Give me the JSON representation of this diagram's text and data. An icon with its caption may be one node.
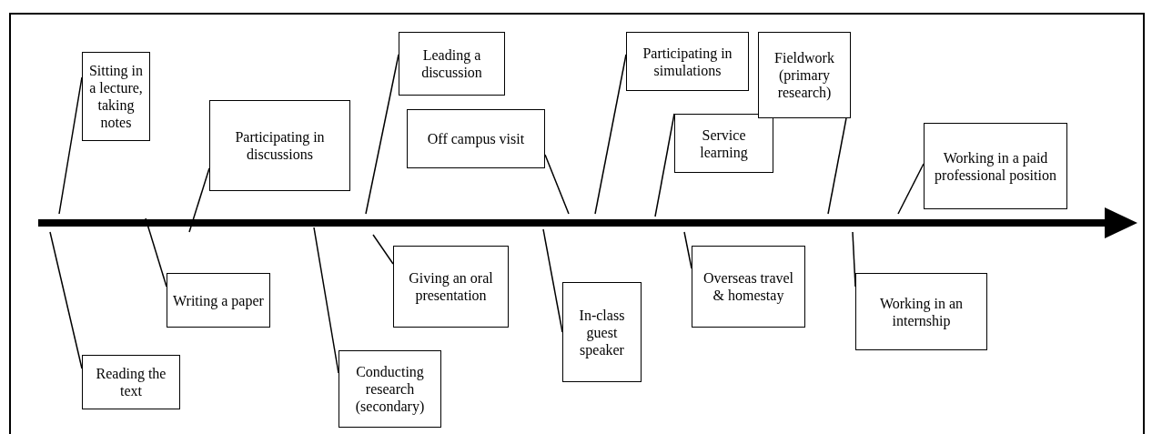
{
  "diagram": {
    "nodes": [
      {
        "text": [
          "Sitting in a lecture, taking notes"
        ]
      },
      {
        "text": [
          "Reading the text"
        ]
      },
      {
        "text": [
          "Writing a paper"
        ]
      },
      {
        "text": [
          "Participating in discussions"
        ]
      },
      {
        "text": [
          "Conducting research (secondary)"
        ]
      },
      {
        "text": [
          "Leading a discussion"
        ]
      },
      {
        "text": [
          "Off campus visit"
        ]
      },
      {
        "text": [
          "Giving an oral presentation"
        ]
      },
      {
        "text": [
          "In-class guest speaker"
        ]
      },
      {
        "text": [
          "Participating in simulations"
        ]
      },
      {
        "text": [
          "Service learning"
        ]
      },
      {
        "text": [
          "Overseas travel & homestay"
        ]
      },
      {
        "text": [
          "Fieldwork (primary research)"
        ]
      },
      {
        "text": [
          "Working in a paid professional position"
        ]
      },
      {
        "text": [
          "Working in an internship"
        ]
      }
    ],
    "edges": [
      {
        "from": 0,
        "to": null,
        "arrow": "none"
      },
      {
        "from": 1,
        "to": null,
        "arrow": "none"
      },
      {
        "from": 2,
        "to": null,
        "arrow": "none"
      },
      {
        "from": 3,
        "to": null,
        "arrow": "none"
      },
      {
        "from": 4,
        "to": null,
        "arrow": "none"
      },
      {
        "from": 5,
        "to": null,
        "arrow": "none"
      },
      {
        "from": 6,
        "to": null,
        "arrow": "none"
      },
      {
        "from": 7,
        "to": null,
        "arrow": "none"
      },
      {
        "from": 8,
        "to": null,
        "arrow": "none"
      },
      {
        "from": 9,
        "to": null,
        "arrow": "none"
      },
      {
        "from": 10,
        "to": null,
        "arrow": "none"
      },
      {
        "from": 11,
        "to": null,
        "arrow": "none"
      },
      {
        "from": 12,
        "to": null,
        "arrow": "none"
      },
      {
        "from": 13,
        "to": null,
        "arrow": "none"
      },
      {
        "from": 14,
        "to": null,
        "arrow": "none"
      }
    ]
  }
}
